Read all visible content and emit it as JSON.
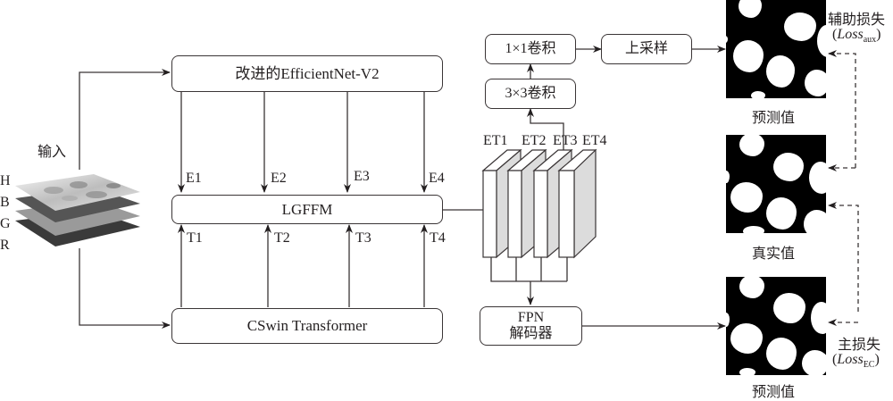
{
  "input": {
    "label": "输入",
    "channels": [
      "H",
      "B",
      "G",
      "R"
    ]
  },
  "encoders": {
    "efficientnet": "改进的EfficientNet-V2",
    "cswin": "CSwin Transformer",
    "fusion": "LGFFM",
    "e_labels": [
      "E1",
      "E2",
      "E3",
      "E4"
    ],
    "t_labels": [
      "T1",
      "T2",
      "T3",
      "T4"
    ]
  },
  "features": {
    "et_labels": [
      "ET1",
      "ET2",
      "ET3",
      "ET4"
    ]
  },
  "aux_branch": {
    "conv3": "3×3卷积",
    "conv1": "1×1卷积",
    "upsample": "上采样"
  },
  "decoder": {
    "line1": "FPN",
    "line2": "解码器"
  },
  "outputs": {
    "aux_pred_caption": "预测值",
    "ground_truth_caption": "真实值",
    "main_pred_caption": "预测值",
    "aux_loss_title": "辅助损失",
    "aux_loss_prefix": "(",
    "aux_loss_name": "Loss",
    "aux_loss_sub": "aux",
    "aux_loss_suffix": ")",
    "main_loss_title": "主损失",
    "main_loss_prefix": "(",
    "main_loss_name": "Loss",
    "main_loss_sub": "EC",
    "main_loss_suffix": ")"
  },
  "colors": {
    "line": "#3a3536",
    "text": "#231f20",
    "feature_side": "#dcdcdc",
    "mask_bg": "#000000",
    "mask_fg": "#ffffff"
  }
}
